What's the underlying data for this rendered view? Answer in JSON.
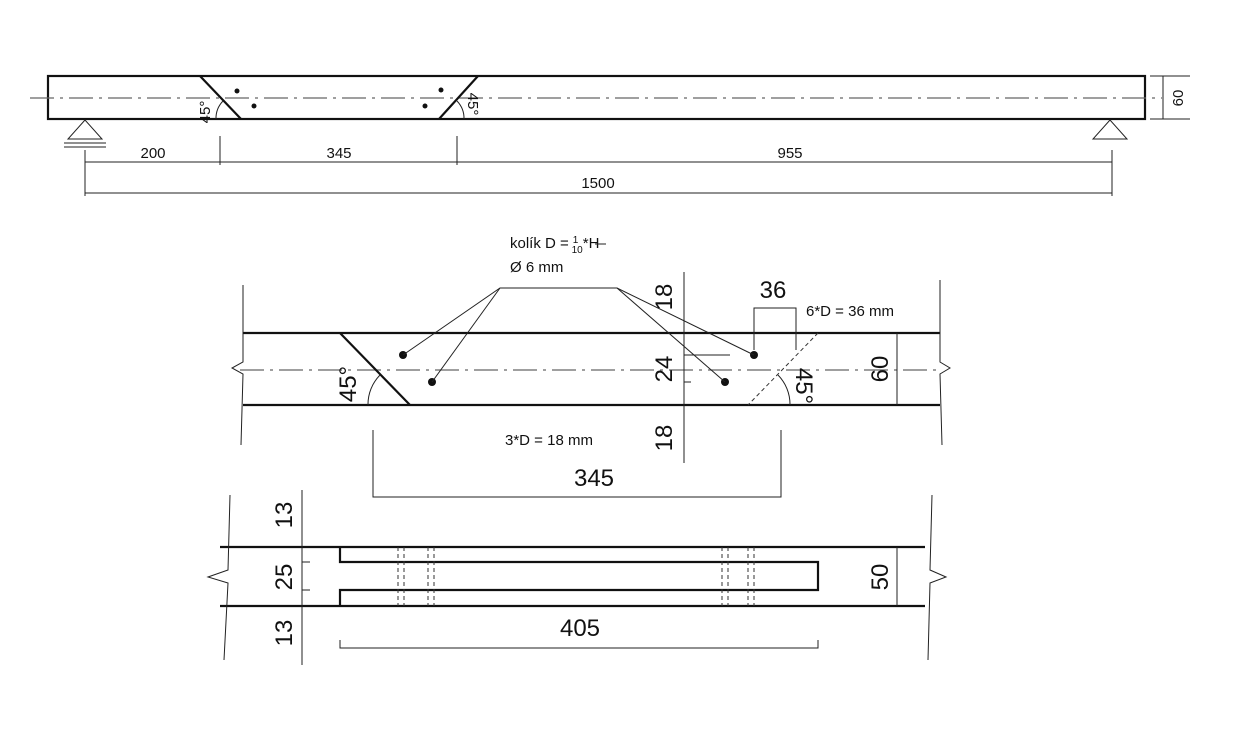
{
  "elevation": {
    "angle_left": "45°",
    "angle_right": "45°",
    "height_dim": "60",
    "dim_segment_1": "200",
    "dim_segment_2": "345",
    "dim_segment_3": "955",
    "dim_total": "1500"
  },
  "detail": {
    "dowel_label": "kolík D =",
    "dowel_frac_num": "1",
    "dowel_frac_den": "10",
    "dowel_suffix": "*H",
    "dowel_diameter": "Ø 6 mm",
    "edge_top": "18",
    "middle": "24",
    "edge_bottom": "18",
    "spacing_dim": "36",
    "spacing_note": "6*D = 36 mm",
    "edge_note": "3*D = 18 mm",
    "height_dim": "60",
    "angle_left": "45°",
    "angle_right": "45°",
    "length_dim": "345"
  },
  "plan": {
    "top_dim": "13",
    "slot_dim": "25",
    "bottom_dim": "13",
    "width_dim": "50",
    "slot_length": "405"
  }
}
